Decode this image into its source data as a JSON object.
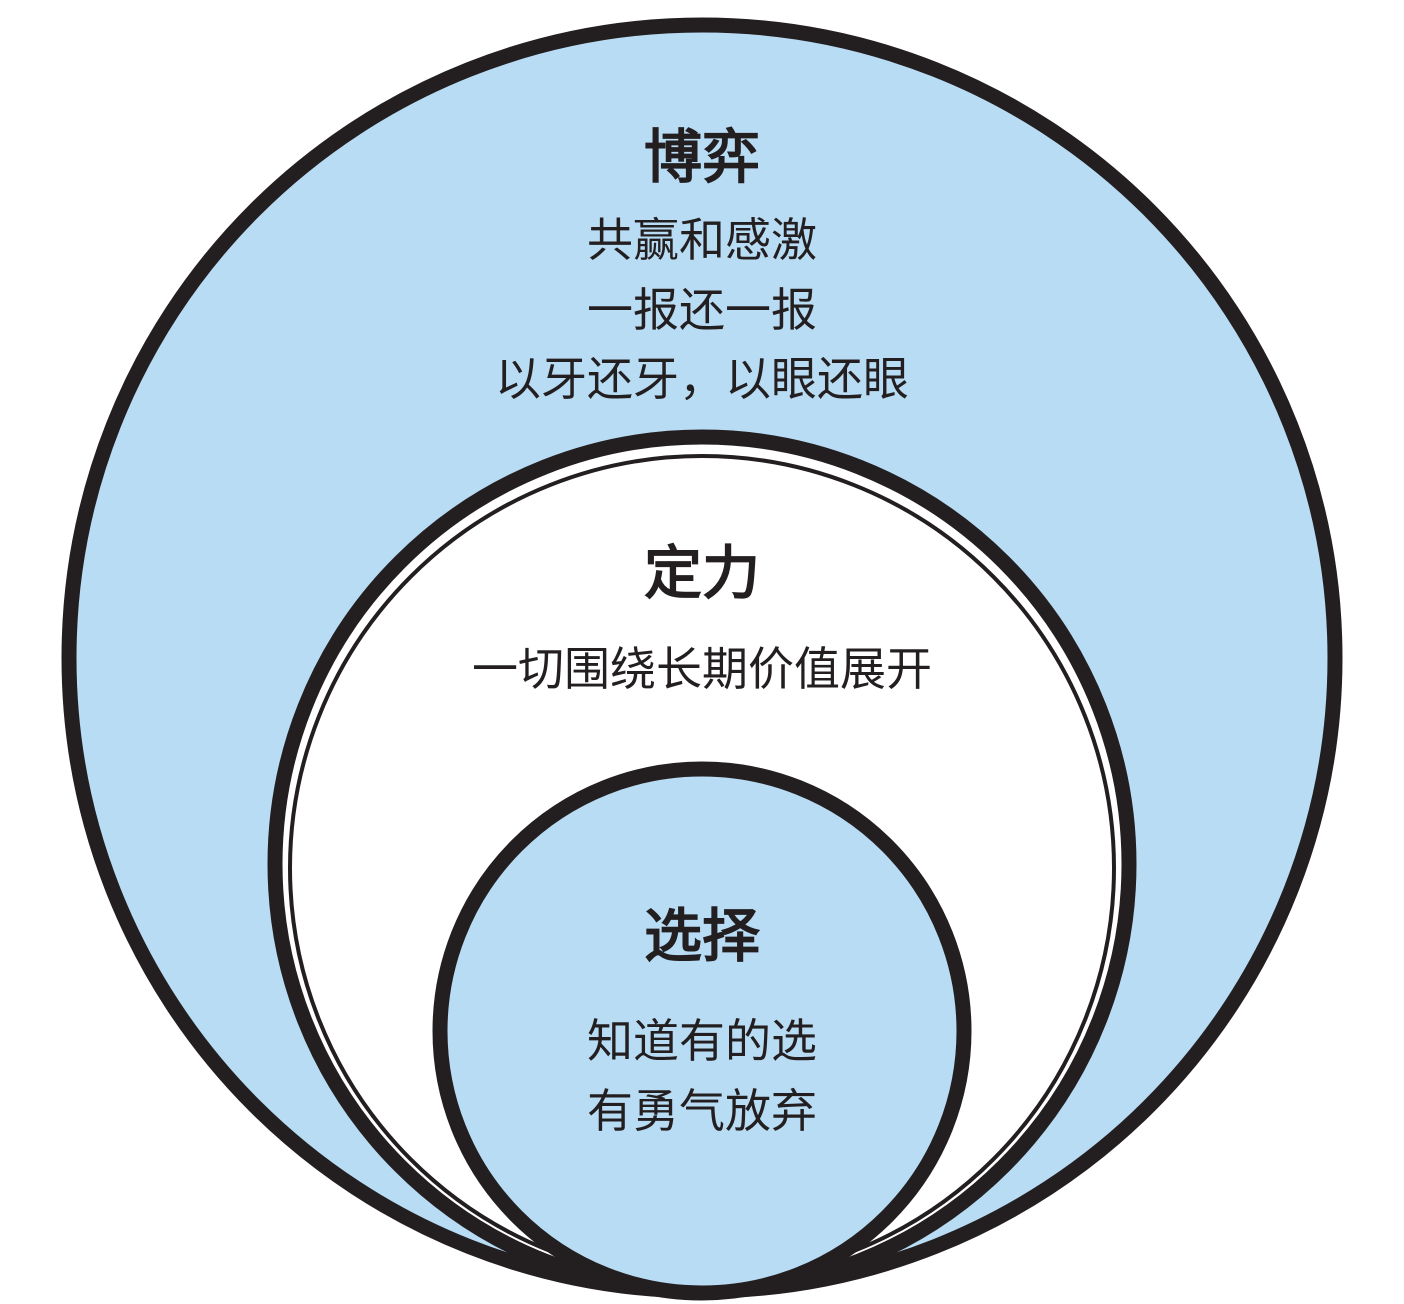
{
  "colors": {
    "fill_light_blue": "#b9dcf5",
    "fill_white": "#ffffff",
    "stroke": "#231f20",
    "text": "#231f20"
  },
  "diagram": {
    "outer": {
      "title": "博弈",
      "lines": [
        "共赢和感激",
        "一报还一报",
        "以牙还牙，以眼还眼"
      ]
    },
    "middle": {
      "title": "定力",
      "lines": [
        "一切围绕长期价值展开"
      ]
    },
    "inner": {
      "title": "选择",
      "lines": [
        "知道有的选",
        "有勇气放弃"
      ]
    }
  }
}
